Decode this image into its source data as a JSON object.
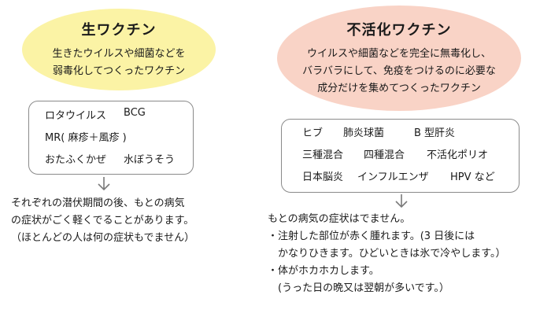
{
  "live_vaccine": {
    "title": "生ワクチン",
    "description": [
      "生きたウイルスや細菌などを",
      "弱毒化してつくったワクチン"
    ],
    "examples": [
      "ロタウイルス",
      "BCG",
      "MR( 麻疹＋風疹 )",
      "おたふくかぜ",
      "水ぼうそう"
    ],
    "result": [
      "それぞれの潜伏期間の後、もとの病気",
      "の症状がごく軽くでることがあります。",
      "（ほとんどの人は何の症状もでません）"
    ]
  },
  "inactivated_vaccine": {
    "title": "不活化ワクチン",
    "description": [
      "ウイルスや細菌などを完全に無毒化し、",
      "バラバラにして、免疫をつけるのに必要な",
      "成分だけを集めてつくったワクチン"
    ],
    "examples": [
      "ヒブ",
      "肺炎球菌",
      "B 型肝炎",
      "三種混合",
      "四種混合",
      "不活化ポリオ",
      "日本脳炎",
      "インフルエンザ",
      "HPV など"
    ],
    "result": [
      "もとの病気の症状はでません。",
      "・注射した部位が赤く腫れます。(3 日後には",
      "　かなりひきます。ひどいときは氷で冷やします。）",
      "・体がホカホカします。",
      "　(うった日の晩又は翌朝が多いです。）"
    ]
  },
  "colors": {
    "live_bg": "#fbf3a5",
    "inactivated_bg": "#f9d3c6",
    "border": "#8a8a8a",
    "arrow": "#7a7a7a"
  }
}
